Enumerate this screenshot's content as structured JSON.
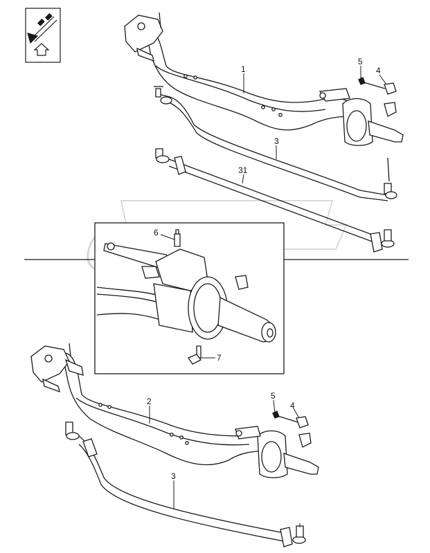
{
  "watermark": {
    "text": "OPEX",
    "color": "#c9c9c9"
  },
  "callouts": {
    "front_axle_top": "1",
    "front_axle_bottom": "2",
    "tie_rod_top": "3",
    "tie_rod_bottom": "3",
    "bolt_top": "5",
    "nut_top": "4",
    "bolt_bottom": "5",
    "nut_bottom": "4",
    "drag_link": "31",
    "grease_nipple": "6",
    "elbow_fitting": "7"
  },
  "icons": [
    "orientation-arrow-icon",
    "up-arrow-icon"
  ],
  "colors": {
    "line": "#1a1a1a",
    "background": "#ffffff"
  }
}
